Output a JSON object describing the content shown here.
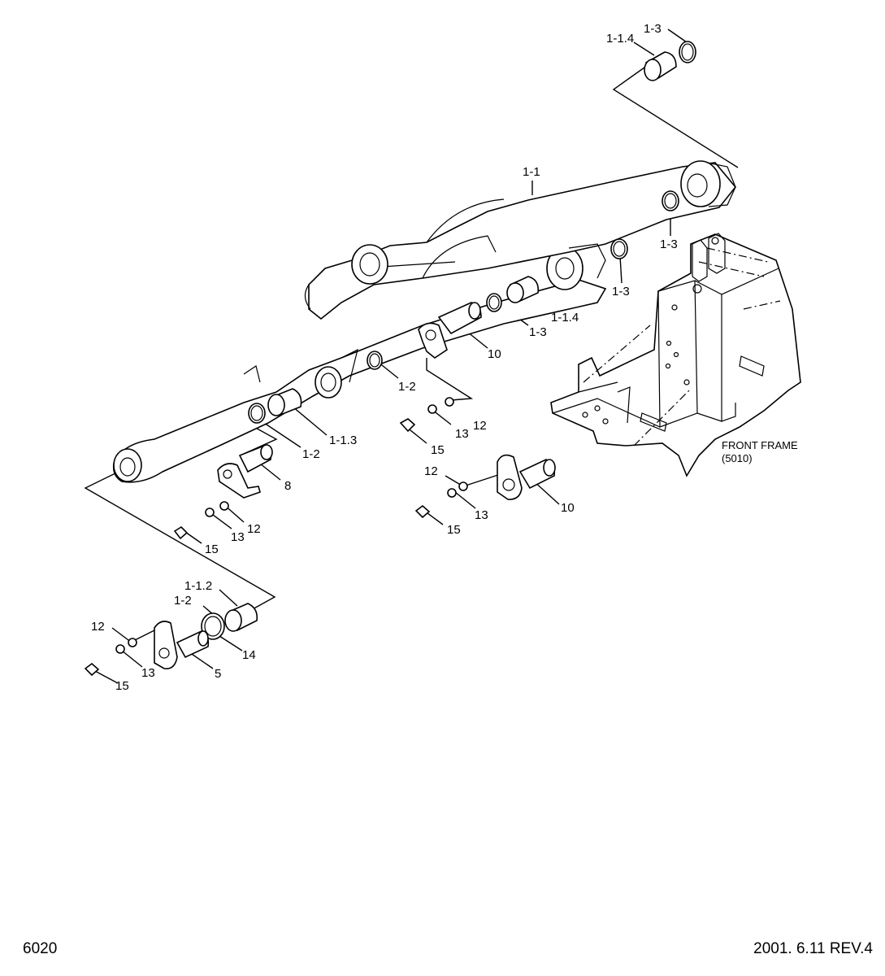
{
  "labels": {
    "l_1_1_4_top": "1-1.4",
    "l_1_3_top": "1-3",
    "l_1_1": "1-1",
    "l_1_3_right": "1-3",
    "l_1_3_mid": "1-3",
    "l_1_1_4_mid": "1-1.4",
    "l_1_3_center": "1-3",
    "l_10_upper": "10",
    "l_1_2_center": "1-2",
    "l_12_upper": "12",
    "l_13_upper": "13",
    "l_15_upper": "15",
    "l_1_1_3": "1-1.3",
    "l_1_2_left": "1-2",
    "l_8": "8",
    "l_12_left": "12",
    "l_13_left": "13",
    "l_15_left": "15",
    "l_12_lower": "12",
    "l_13_lower": "13",
    "l_15_lower": "15",
    "l_10_lower": "10",
    "l_1_1_2": "1-1.2",
    "l_1_2_bottom": "1-2",
    "l_12_bottom": "12",
    "l_13_bottom": "13",
    "l_14": "14",
    "l_5": "5",
    "l_15_bottom": "15"
  },
  "front_frame": {
    "line1": "FRONT FRAME",
    "line2": "(5010)"
  },
  "footer": {
    "page_number": "6020",
    "revision": "2001. 6.11  REV.4"
  }
}
